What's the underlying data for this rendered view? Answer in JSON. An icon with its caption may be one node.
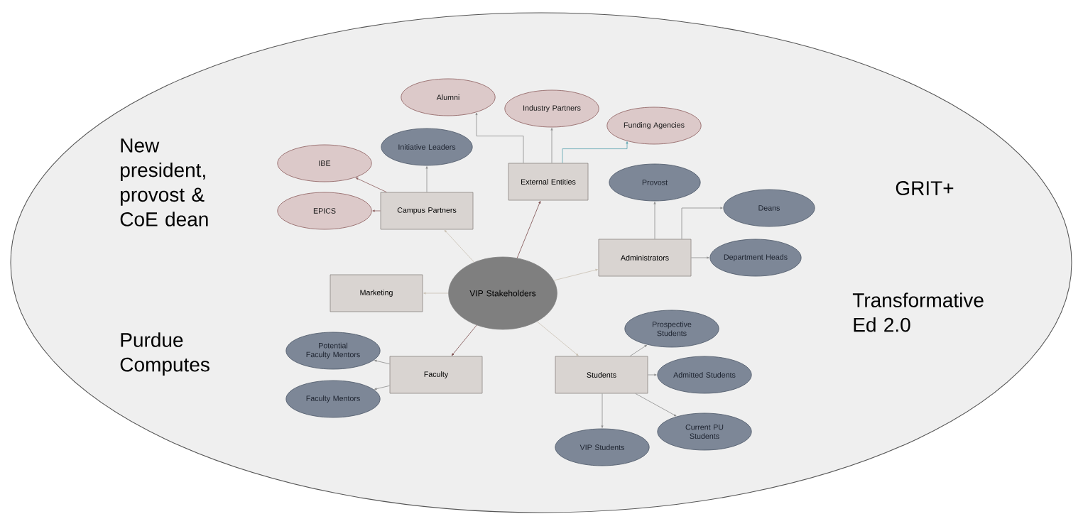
{
  "diagram": {
    "nodes": [
      {
        "text": [
          "New president, provost & CoE dean",
          "GRIT+",
          "Purdue Computes",
          "Transformative Ed 2.0"
        ]
      },
      {
        "text": [
          "Alumni"
        ],
        "in": 0
      },
      {
        "text": [
          "Industry Partners"
        ],
        "in": 0
      },
      {
        "text": [
          "Funding Agencies"
        ],
        "in": 0
      },
      {
        "text": [
          "Initiative Leaders"
        ],
        "in": 0
      },
      {
        "text": [
          "IBE"
        ],
        "in": 0
      },
      {
        "text": [
          "External Entities"
        ],
        "in": 0
      },
      {
        "text": [
          "Provost"
        ],
        "in": 0
      },
      {
        "text": [
          "EPICS"
        ],
        "in": 0
      },
      {
        "text": [
          "Campus Partners"
        ],
        "in": 0
      },
      {
        "text": [
          "Deans"
        ],
        "in": 0
      },
      {
        "text": [
          "Administrators"
        ],
        "in": 0
      },
      {
        "text": [
          "Department Heads"
        ],
        "in": 0
      },
      {
        "text": [
          "Marketing"
        ],
        "in": 0
      },
      {
        "text": [
          "VIP Stakeholders"
        ],
        "in": 0
      },
      {
        "text": [
          "Prospective Students"
        ],
        "in": 0
      },
      {
        "text": [
          "Potential Faculty Mentors"
        ],
        "in": 0
      },
      {
        "text": [
          "Faculty"
        ],
        "in": 0
      },
      {
        "text": [
          "Students"
        ],
        "in": 0
      },
      {
        "text": [
          "Admitted Students"
        ],
        "in": 0
      },
      {
        "text": [
          "Faculty Mentors"
        ],
        "in": 0
      },
      {
        "text": [
          "Current PU Students"
        ],
        "in": 0
      },
      {
        "text": [
          "VIP Students"
        ],
        "in": 0
      }
    ],
    "edges": [
      {
        "from": 14,
        "to": 9,
        "arrow": "to",
        "color": "#c9c0b2"
      },
      {
        "from": 14,
        "to": 6,
        "arrow": "to",
        "color": "#7a4a4a"
      },
      {
        "from": 14,
        "to": 11,
        "arrow": "to",
        "color": "#c9c0b2"
      },
      {
        "from": 14,
        "to": 13,
        "arrow": "to",
        "color": "#c9c0b2"
      },
      {
        "from": 14,
        "to": 17,
        "arrow": "to",
        "color": "#7a4a4a"
      },
      {
        "from": 14,
        "to": 18,
        "arrow": "to",
        "color": "#c9c0b2"
      },
      {
        "from": 9,
        "to": 8,
        "arrow": "to",
        "color": "#8a5a5a"
      },
      {
        "from": 9,
        "to": 5,
        "arrow": "to",
        "color": "#8a5a5a"
      },
      {
        "from": 9,
        "to": 4,
        "arrow": "to"
      },
      {
        "from": 6,
        "to": 1,
        "arrow": "to"
      },
      {
        "from": 6,
        "to": 2,
        "arrow": "to"
      },
      {
        "from": 6,
        "to": 3,
        "arrow": "to",
        "color": "#5ba3b0"
      },
      {
        "from": 11,
        "to": 7,
        "arrow": "to"
      },
      {
        "from": 11,
        "to": 10,
        "arrow": "to"
      },
      {
        "from": 11,
        "to": 12,
        "arrow": "to"
      },
      {
        "from": 17,
        "to": 16,
        "arrow": "to"
      },
      {
        "from": 17,
        "to": 20,
        "arrow": "to"
      },
      {
        "from": 18,
        "to": 15,
        "arrow": "to"
      },
      {
        "from": 18,
        "to": 19,
        "arrow": "to"
      },
      {
        "from": 18,
        "to": 22,
        "arrow": "to"
      },
      {
        "from": 18,
        "to": 21,
        "arrow": "to"
      }
    ]
  }
}
